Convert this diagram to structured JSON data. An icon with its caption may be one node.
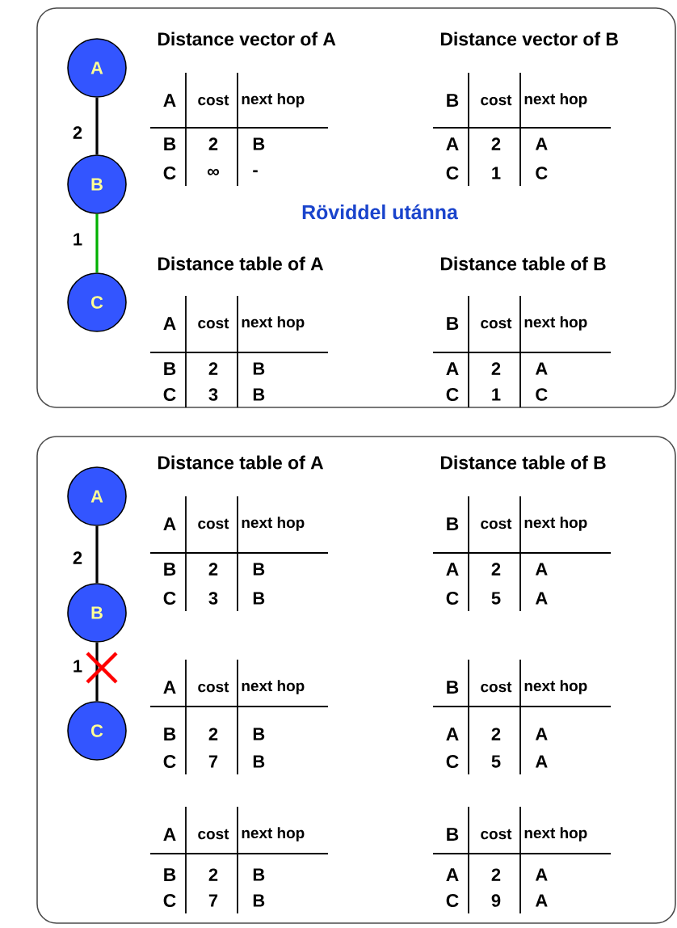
{
  "diagram": {
    "nodes": [
      {
        "text": [],
        "shape": "box"
      },
      {
        "text": [
          "A"
        ],
        "in": 0
      },
      {
        "text": [
          "B"
        ],
        "in": 0
      },
      {
        "text": [
          "C"
        ],
        "in": 0
      },
      {
        "text": [],
        "shape": "box"
      },
      {
        "text": [
          "A"
        ],
        "in": 4
      },
      {
        "text": [
          "B"
        ],
        "in": 4
      },
      {
        "text": [
          "C"
        ],
        "in": 4
      }
    ],
    "edges": [
      {
        "from": 1,
        "to": 2,
        "arrow": "none",
        "label": "2"
      },
      {
        "from": 2,
        "to": 3,
        "arrow": "none",
        "label": "1",
        "color": "#00b000"
      },
      {
        "from": 5,
        "to": 6,
        "arrow": "none",
        "label": "2"
      },
      {
        "from": 6,
        "to": 7,
        "arrow": "none",
        "label": "1"
      }
    ],
    "labels": [
      "Distance vector of A",
      "Distance vector of B",
      "A",
      "cost",
      "next hop",
      "B",
      "2",
      "B",
      "C",
      "∞",
      "-",
      "B",
      "cost",
      "next hop",
      "A",
      "2",
      "A",
      "C",
      "1",
      "C",
      "Röviddel utánna",
      "Distance table of A",
      "Distance table of B",
      "A",
      "cost",
      "next hop",
      "B",
      "2",
      "B",
      "C",
      "3",
      "B",
      "B",
      "cost",
      "next hop",
      "A",
      "2",
      "A",
      "C",
      "1",
      "C",
      "Distance table of A",
      "Distance table of B",
      "A",
      "cost",
      "next hop",
      "B",
      "2",
      "B",
      "C",
      "3",
      "B",
      "B",
      "cost",
      "next hop",
      "A",
      "2",
      "A",
      "C",
      "5",
      "A",
      "A",
      "cost",
      "next hop",
      "B",
      "2",
      "B",
      "C",
      "7",
      "B",
      "B",
      "cost",
      "next hop",
      "A",
      "2",
      "A",
      "C",
      "5",
      "A",
      "A",
      "cost",
      "next hop",
      "B",
      "2",
      "B",
      "C",
      "7",
      "B",
      "B",
      "cost",
      "next hop",
      "A",
      "2",
      "A",
      "C",
      "9",
      "A"
    ]
  }
}
